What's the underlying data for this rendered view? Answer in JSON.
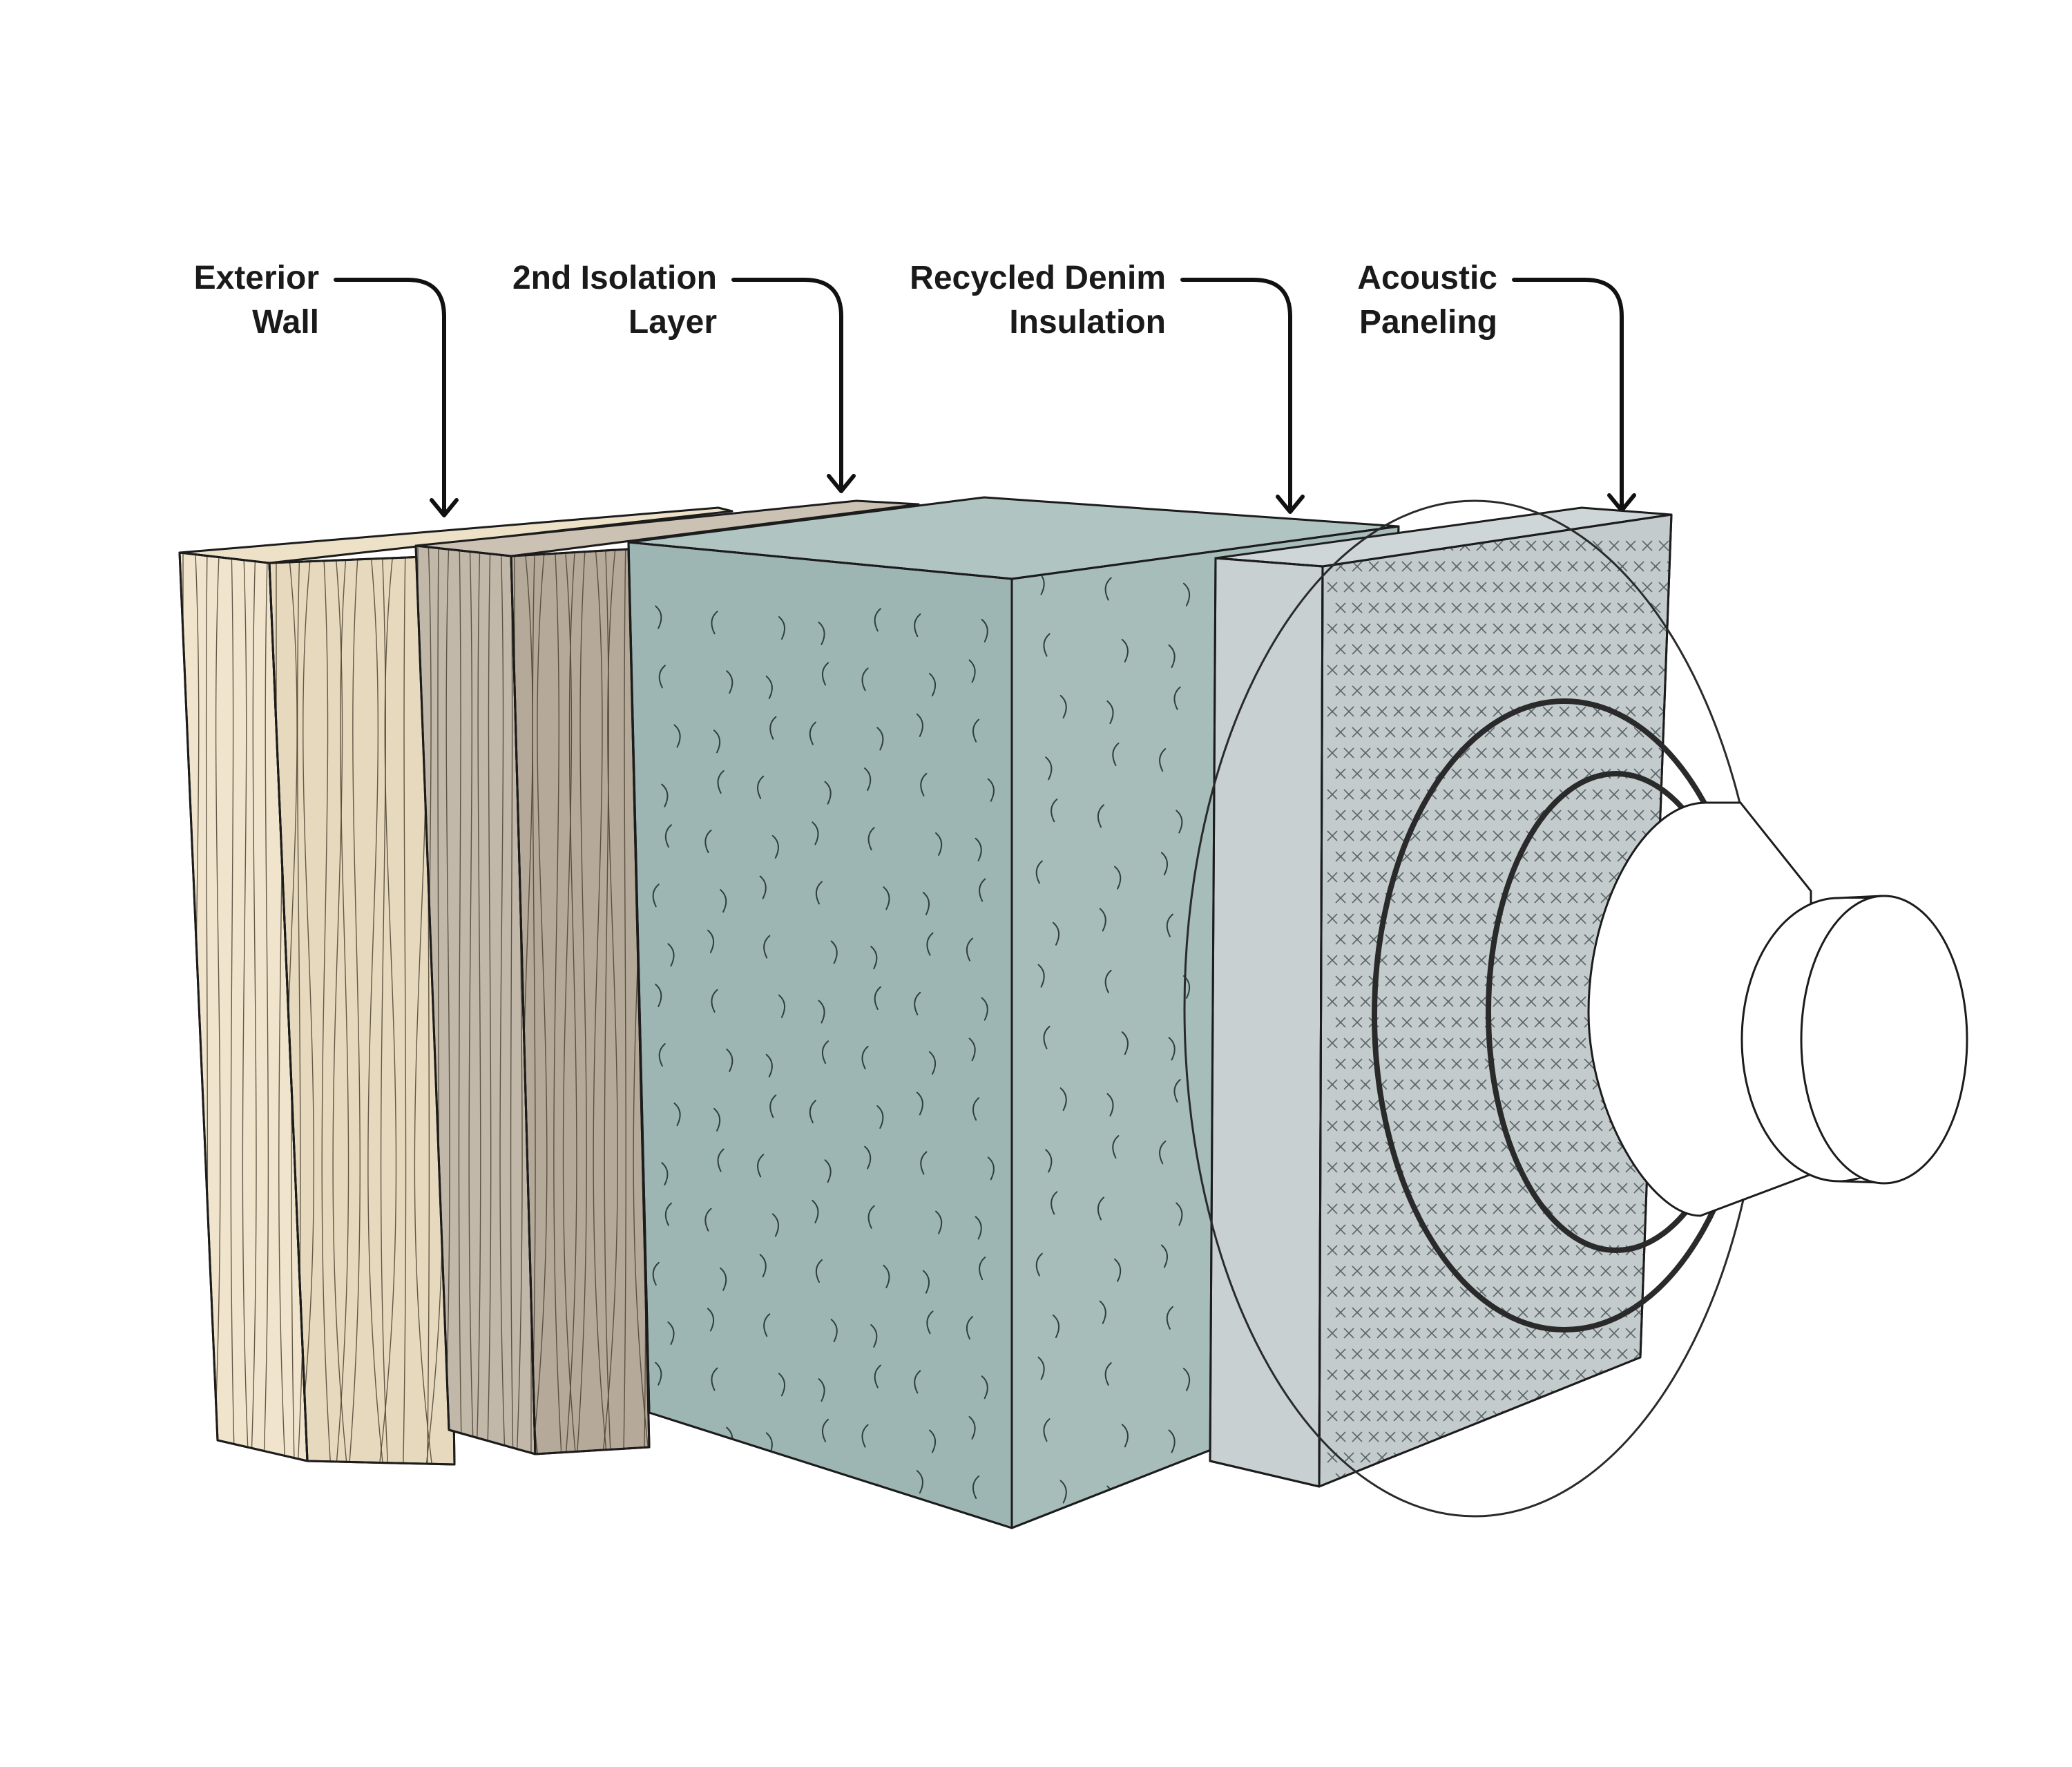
{
  "labels": {
    "exterior_wall": {
      "line1": "Exterior",
      "line2": "Wall"
    },
    "isolation_layer": {
      "line1": "2nd Isolation",
      "line2": "Layer"
    },
    "denim_insulation": {
      "line1": "Recycled Denim",
      "line2": "Insulation"
    },
    "acoustic_paneling": {
      "line1": "Acoustic",
      "line2": "Paneling"
    }
  },
  "colors": {
    "exterior_wall_front": "#e6d9bd",
    "exterior_wall_side": "#f0e5cc",
    "exterior_wall_top": "#ede2c8",
    "isolation_front": "#b5aa9a",
    "isolation_side": "#c2b8a9",
    "isolation_top": "#cbc2b4",
    "denim_front": "#9eb6b3",
    "denim_side": "#a7bdba",
    "denim_top": "#b0c5c2",
    "acoustic_front": "#c3cbcd",
    "acoustic_side": "#c9d0d2",
    "acoustic_top": "#cfd6d8",
    "speaker_fill": "#ffffff",
    "line": "#1c1c1c"
  },
  "icons": {
    "speaker": "speaker-icon",
    "sound_waves": "sound-wave-icon"
  }
}
